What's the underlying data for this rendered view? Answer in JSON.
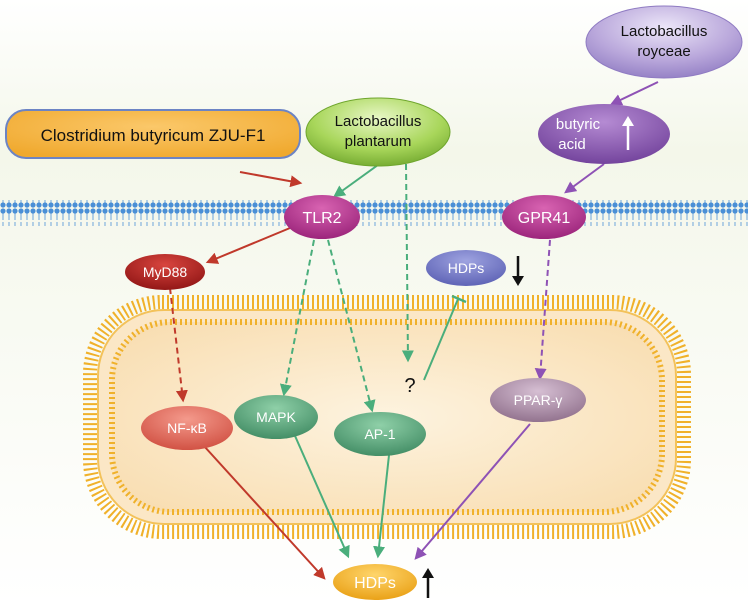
{
  "nodes": {
    "clostridium": "Clostridium butyricum ZJU-F1",
    "plantarum_line1": "Lactobacillus",
    "plantarum_line2": "plantarum",
    "royceae_line1": "Lactobacillus",
    "royceae_line2": "royceae",
    "butyric_line1": "butyric",
    "butyric_line2": "acid",
    "tlr2": "TLR2",
    "gpr41": "GPR41",
    "myd88": "MyD88",
    "hdps_top": "HDPs",
    "nfkb": "NF-κB",
    "mapk": "MAPK",
    "ap1": "AP-1",
    "ppar": "PPAR-γ",
    "question": "?",
    "hdps_bottom": "HDPs"
  },
  "indicators": {
    "butyric_acid": "up",
    "hdps_top": "down",
    "hdps_bottom": "up"
  },
  "colors": {
    "orange_box": "#f2b441",
    "green_node": "#8cc63f",
    "purple_node": "#8b5ab0",
    "lavender_node": "#b7a5d8",
    "magenta_receptor": "#b62f8f",
    "red_node": "#b3201f",
    "blue_node": "#7277c4",
    "salmon_node": "#e36456",
    "teal_node": "#4f9d73",
    "mauve_node": "#a98aa5",
    "yellow_node": "#f3b52c",
    "membrane_blue": "#4a8fd6",
    "cell_wall": "#f0b12a",
    "cell_fill": "#fbe7c6",
    "arrow_red": "#c0392b",
    "arrow_green": "#4aae7c",
    "arrow_purple": "#8e52b5"
  }
}
